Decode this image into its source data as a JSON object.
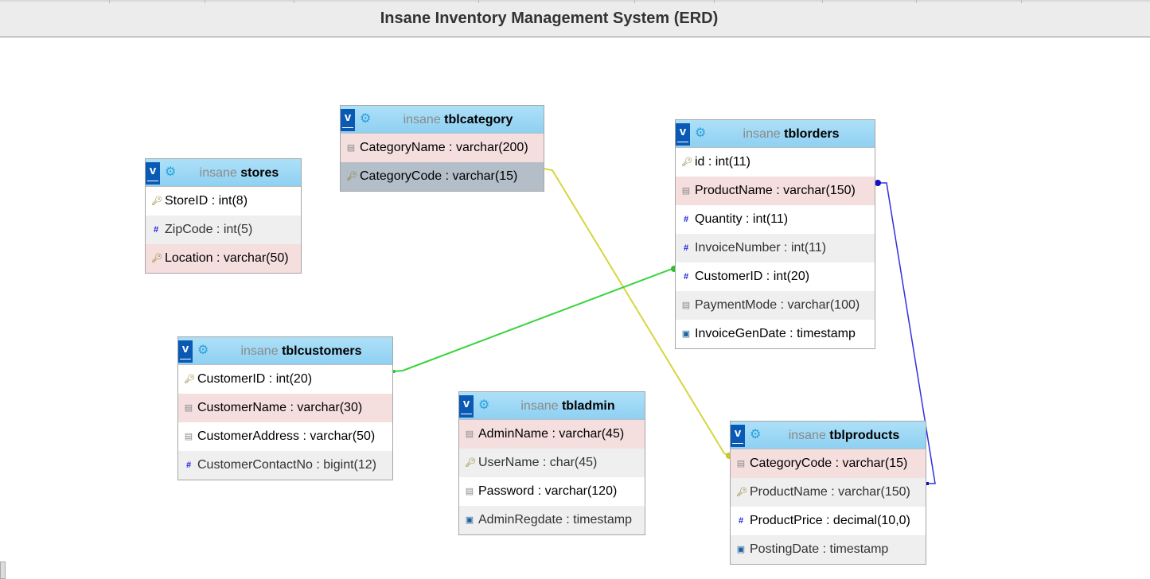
{
  "page": {
    "title": "Insane Inventory Management System (ERD)"
  },
  "colors": {
    "header_gradient_top": "#ade0f7",
    "header_gradient_bottom": "#8fd0f2",
    "relation_yellow": "#d6d640",
    "relation_green": "#3bd33b",
    "relation_blue": "#3030e0"
  },
  "tables": {
    "stores": {
      "db": "insane",
      "name": "stores",
      "columns": [
        {
          "label": "StoreID : int(8)",
          "icon": "key-icon"
        },
        {
          "label": "ZipCode : int(5)",
          "icon": "number-icon"
        },
        {
          "label": "Location : varchar(50)",
          "icon": "key-icon"
        }
      ]
    },
    "tblcategory": {
      "db": "insane",
      "name": "tblcategory",
      "columns": [
        {
          "label": "CategoryName : varchar(200)",
          "icon": "text-icon"
        },
        {
          "label": "CategoryCode : varchar(15)",
          "icon": "key-icon"
        }
      ]
    },
    "tblorders": {
      "db": "insane",
      "name": "tblorders",
      "columns": [
        {
          "label": "id : int(11)",
          "icon": "key-icon"
        },
        {
          "label": "ProductName : varchar(150)",
          "icon": "text-icon"
        },
        {
          "label": "Quantity : int(11)",
          "icon": "number-icon"
        },
        {
          "label": "InvoiceNumber : int(11)",
          "icon": "number-icon"
        },
        {
          "label": "CustomerID : int(20)",
          "icon": "number-icon"
        },
        {
          "label": "PaymentMode : varchar(100)",
          "icon": "text-icon"
        },
        {
          "label": "InvoiceGenDate : timestamp",
          "icon": "timestamp-icon"
        }
      ]
    },
    "tblcustomers": {
      "db": "insane",
      "name": "tblcustomers",
      "columns": [
        {
          "label": "CustomerID : int(20)",
          "icon": "key-icon"
        },
        {
          "label": "CustomerName : varchar(30)",
          "icon": "text-icon"
        },
        {
          "label": "CustomerAddress : varchar(50)",
          "icon": "text-icon"
        },
        {
          "label": "CustomerContactNo : bigint(12)",
          "icon": "number-icon"
        }
      ]
    },
    "tbladmin": {
      "db": "insane",
      "name": "tbladmin",
      "columns": [
        {
          "label": "AdminName : varchar(45)",
          "icon": "text-icon"
        },
        {
          "label": "UserName : char(45)",
          "icon": "key-icon"
        },
        {
          "label": "Password : varchar(120)",
          "icon": "text-icon"
        },
        {
          "label": "AdminRegdate : timestamp",
          "icon": "timestamp-icon"
        }
      ]
    },
    "tblproducts": {
      "db": "insane",
      "name": "tblproducts",
      "columns": [
        {
          "label": "CategoryCode : varchar(15)",
          "icon": "text-icon"
        },
        {
          "label": "ProductName : varchar(150)",
          "icon": "key-icon"
        },
        {
          "label": "ProductPrice : decimal(10,0)",
          "icon": "number-icon"
        },
        {
          "label": "PostingDate : timestamp",
          "icon": "timestamp-icon"
        }
      ]
    }
  }
}
